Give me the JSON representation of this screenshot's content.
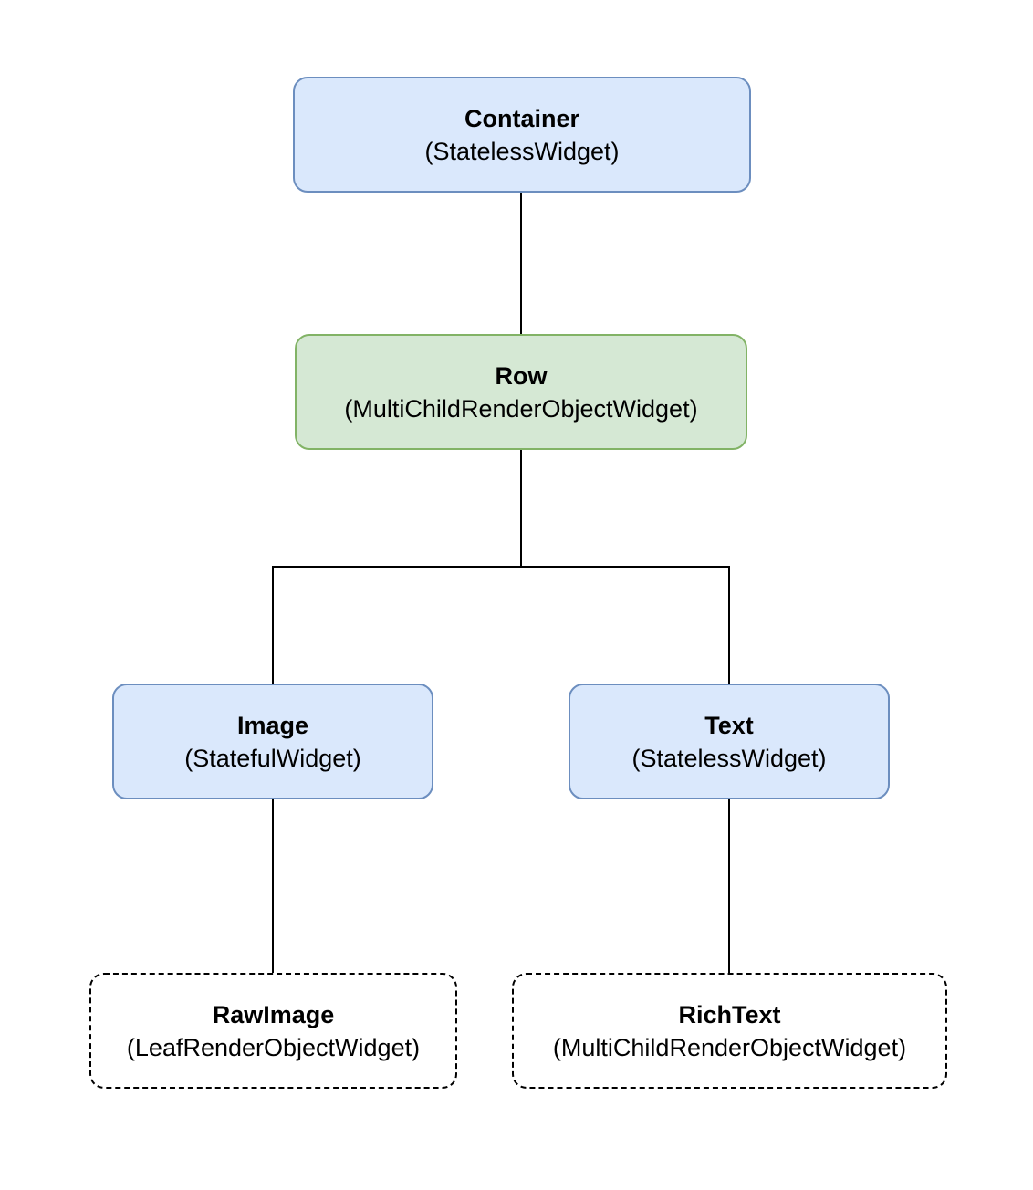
{
  "nodes": {
    "container": {
      "title": "Container",
      "type": "(StatelessWidget)"
    },
    "row": {
      "title": "Row",
      "type": "(MultiChildRenderObjectWidget)"
    },
    "image": {
      "title": "Image",
      "type": "(StatefulWidget)"
    },
    "text": {
      "title": "Text",
      "type": "(StatelessWidget)"
    },
    "rawimage": {
      "title": "RawImage",
      "type": "(LeafRenderObjectWidget)"
    },
    "richtext": {
      "title": "RichText",
      "type": "(MultiChildRenderObjectWidget)"
    }
  },
  "edges": [
    {
      "from": "Container",
      "to": "Row"
    },
    {
      "from": "Row",
      "to": "Image"
    },
    {
      "from": "Row",
      "to": "Text"
    },
    {
      "from": "Image",
      "to": "RawImage"
    },
    {
      "from": "Text",
      "to": "RichText"
    }
  ],
  "colors": {
    "widget_fill": "#dae8fc",
    "widget_border": "#6c8ebf",
    "multichild_fill": "#d5e8d4",
    "multichild_border": "#82b366",
    "render_widget_border": "#000000",
    "connector": "#000000"
  }
}
